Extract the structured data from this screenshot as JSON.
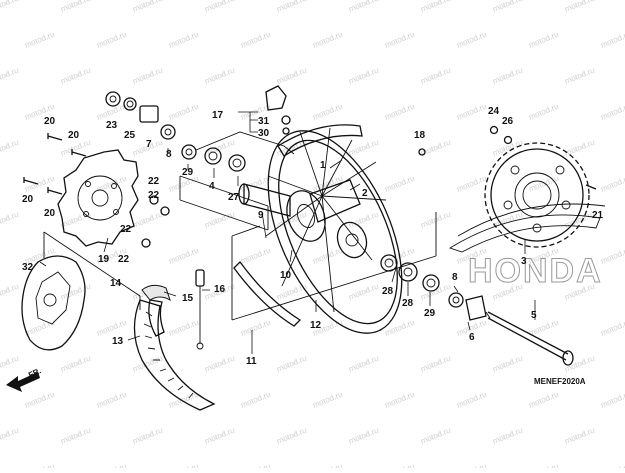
{
  "watermark": "motod.ru",
  "diagram_code": "MENEF2020A",
  "front_label": "FR.",
  "brand_text": "HONDA",
  "part_numbers": [
    "1",
    "2",
    "3",
    "4",
    "5",
    "6",
    "7",
    "8",
    "9",
    "10",
    "11",
    "12",
    "13",
    "14",
    "15",
    "16",
    "17",
    "18",
    "19",
    "20",
    "21",
    "22",
    "23",
    "24",
    "25",
    "26",
    "27",
    "28",
    "29",
    "30",
    "31",
    "32"
  ]
}
